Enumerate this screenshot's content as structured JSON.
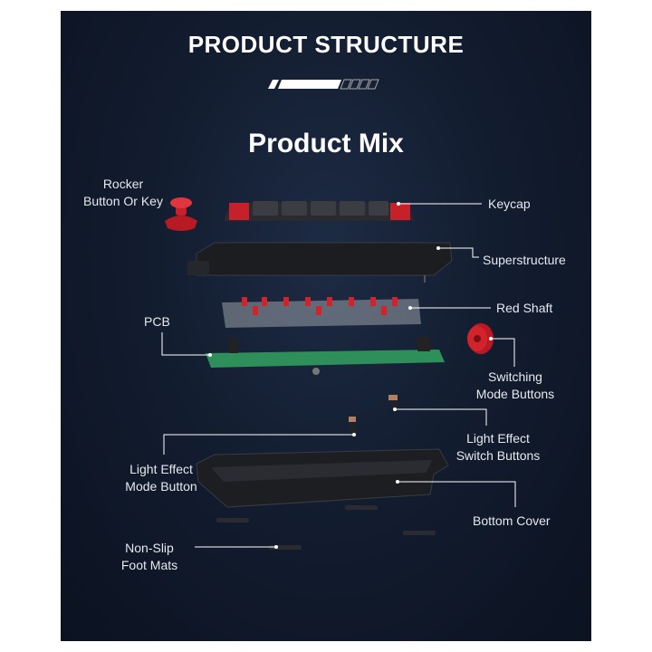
{
  "header": {
    "title": "PRODUCT STRUCTURE",
    "subtitle": "Product Mix"
  },
  "labels": {
    "rocker": "Rocker\nButton Or Key",
    "keycap": "Keycap",
    "superstructure": "Superstructure",
    "red_shaft": "Red Shaft",
    "pcb": "PCB",
    "switching_mode": "Switching\nMode Buttons",
    "light_effect_switch": "Light Effect\nSwitch Buttons",
    "light_effect_mode": "Light Effect\nMode Button",
    "bottom_cover": "Bottom Cover",
    "foot_mats": "Non-Slip\nFoot Mats"
  },
  "colors": {
    "accent_red": "#c8202a",
    "pcb_green": "#2f8f5a",
    "plastic_dark": "#1b1c20"
  }
}
